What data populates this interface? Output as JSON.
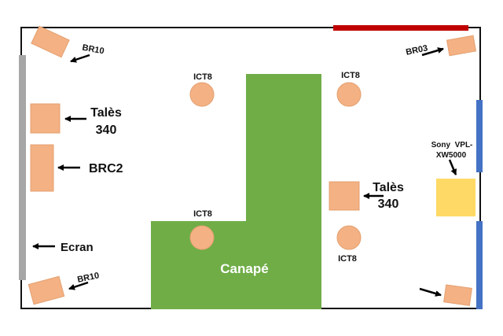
{
  "colors": {
    "room_border": "#111111",
    "speaker": "#F4B183",
    "speaker_stroke": "#E3A070",
    "sofa": "#70AD47",
    "projector": "#FFD966",
    "screen": "#A6A6A6",
    "window_blue": "#4472C4",
    "wall_red": "#C00000",
    "arrow": "#000000",
    "sofa_text": "#FFFFFF"
  },
  "labels": {
    "br10_top": "BR10",
    "br03": "BR03",
    "tales_left_line1": "Talès",
    "tales_left_line2": "340",
    "brc2": "BRC2",
    "ecran": "Ecran",
    "br10_bottom": "BR10",
    "ict8_top_left": "ICT8",
    "ict8_top_right": "ICT8",
    "ict8_sofa": "ICT8",
    "ict8_bottom_right": "ICT8",
    "tales_right_line1": "Talès",
    "tales_right_line2": "340",
    "projector_line1": "Sony  VPL-",
    "projector_line2": "XW5000",
    "sofa": "Canapé"
  }
}
